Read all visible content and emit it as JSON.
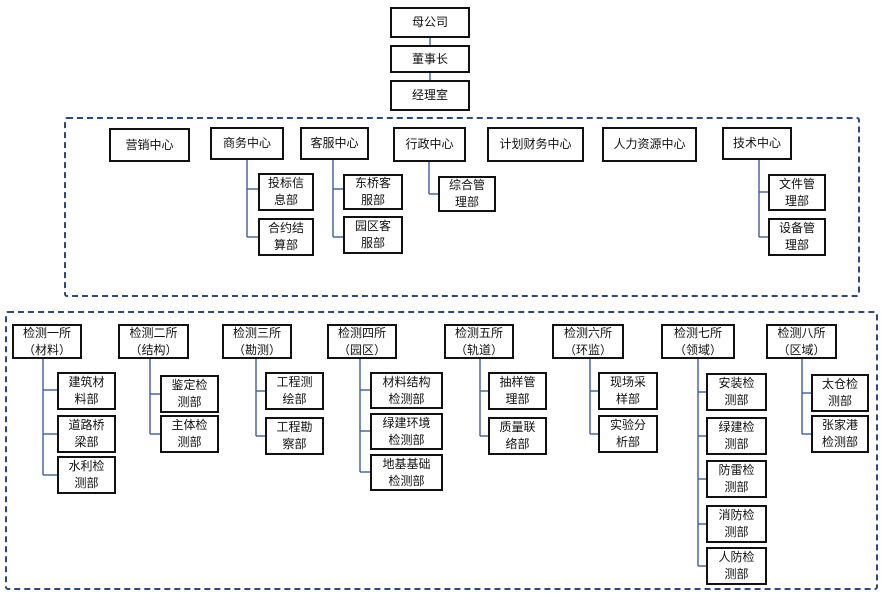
{
  "colors": {
    "box_border": "#111111",
    "connector": "#3a5f9a",
    "dashed_frame": "#2a4a7f"
  },
  "top": {
    "parent_company": "母公司",
    "chairman": "董事长",
    "manager_office": "经理室"
  },
  "centers": {
    "marketing": "营销中心",
    "business": "商务中心",
    "bidding": "投标信\n息部",
    "contract": "合约结\n算部",
    "customer": "客服中心",
    "dongqiao": "东桥客\n服部",
    "park_service": "园区客\n服部",
    "admin": "行政中心",
    "general_mgmt": "综合管\n理部",
    "finance": "计划财务中心",
    "hr": "人力资源中心",
    "tech": "技术中心",
    "doc_mgmt": "文件管\n理部",
    "equip_mgmt": "设备管\n理部"
  },
  "institutes": {
    "i1": "检测一所\n（材料）",
    "i1_a": "建筑材\n料部",
    "i1_b": "道路桥\n梁部",
    "i1_c": "水利检\n测部",
    "i2": "检测二所\n（结构）",
    "i2_a": "鉴定检\n测部",
    "i2_b": "主体检\n测部",
    "i3": "检测三所\n（勘测）",
    "i3_a": "工程测\n绘部",
    "i3_b": "工程勘\n察部",
    "i4": "检测四所\n（园区）",
    "i4_a": "材料结构\n检测部",
    "i4_b": "绿建环境\n检测部",
    "i4_c": "地基基础\n检测部",
    "i5": "检测五所\n（轨道）",
    "i5_a": "抽样管\n理部",
    "i5_b": "质量联\n络部",
    "i6": "检测六所\n（环监）",
    "i6_a": "现场采\n样部",
    "i6_b": "实验分\n析部",
    "i7": "检测七所\n（领域）",
    "i7_a": "安装检\n测部",
    "i7_b": "绿建检\n测部",
    "i7_c": "防雷检\n测部",
    "i7_d": "消防检\n测部",
    "i7_e": "人防检\n测部",
    "i8": "检测八所\n（区域）",
    "i8_a": "太仓检\n测部",
    "i8_b": "张家港\n检测部"
  }
}
